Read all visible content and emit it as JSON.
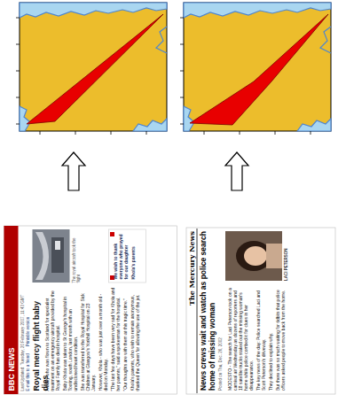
{
  "diagram": {
    "nodes": [
      {
        "text": [
          "BBC NEWS",
          "Last Updated: Tuesday, 20 February 2007, 11:43 GMT",
          "E-mail this to a friend",
          "Printable version",
          "Royal mercy flight baby dies",
          "A baby who was flown to Scotland for specialist treatment on an emergency aircraft provided by the Royal Family has died in hospital.",
          "Baby Khola was taken to St George's hospital in Tooting, south London, last month with an undisclosed heart condition.",
          "She was transferred to the Royal Hospital for Sick Children at Glasgow's Yorkhill Hospital on 23 January.",
          "However, Khola - who was just over a month old - died on Monday.",
          "\"The last few days have been very sad for Khola and her parents,\" said a spokesman for the hospital.",
          "\"Our thoughts are with them at this tragic time.\"",
          "Khola's parents, who wish to remain anonymous, thanked the Queen for allowing the use of the jet.",
          "The royal aircraft took the flight",
          "We wish to thank everyone who prayed for our daughter",
          "Khola's parents"
        ]
      },
      {
        "text": [
          "The Mercury News",
          "News crews wait and watch as police search home of missing woman",
          "Posted on Thu, Dec. 26, 2002",
          "MODESTO - The search for Laci Peterson took on a carnival air Wednesday as dozens of reporters and 18 satellite trucks staked out the missing woman's home while police combed it for clues in her disappearance.",
          "The key news of the day: Police searched Laci and Scott Peterson's driveway.",
          "They declined to explain why.",
          "But there was so much waiting for tidbits that police officers asked people to move back from the home.",
          "LACI PETERSON"
        ]
      }
    ]
  }
}
